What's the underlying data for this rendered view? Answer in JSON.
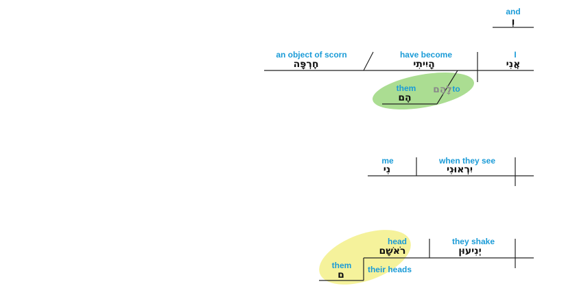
{
  "colors": {
    "gloss": "#1a9bd7",
    "hebrew": "#111111",
    "hebrew_muted": "#8a8a8a",
    "green_highlight": "#8fd16e",
    "yellow_highlight": "#f3f08a"
  },
  "conj": {
    "gloss": "and",
    "hebrew": "וְ"
  },
  "clause1": {
    "subject": {
      "gloss": "I",
      "hebrew": "אֲנִי"
    },
    "verb": {
      "gloss": "have become",
      "hebrew": "הָיִיתִי"
    },
    "complement": {
      "gloss": "an object of scorn",
      "hebrew": "חֶרְפָּה"
    },
    "prep": {
      "gloss": "to",
      "hebrew": "לָהֶם"
    },
    "prep_object": {
      "gloss": "them",
      "hebrew": "הֶם"
    }
  },
  "clause2": {
    "verb": {
      "gloss": "when they see",
      "hebrew": "יִרְאוּנִי"
    },
    "object": {
      "gloss": "me",
      "hebrew": "נִי"
    }
  },
  "clause3": {
    "verb": {
      "gloss": "they shake",
      "hebrew": "יְנִיעוּן"
    },
    "object": {
      "gloss": "head",
      "hebrew": "רֹאשָׁם"
    },
    "object_phrase_gloss": "their heads",
    "possessor": {
      "gloss": "them",
      "hebrew": "ם"
    }
  }
}
